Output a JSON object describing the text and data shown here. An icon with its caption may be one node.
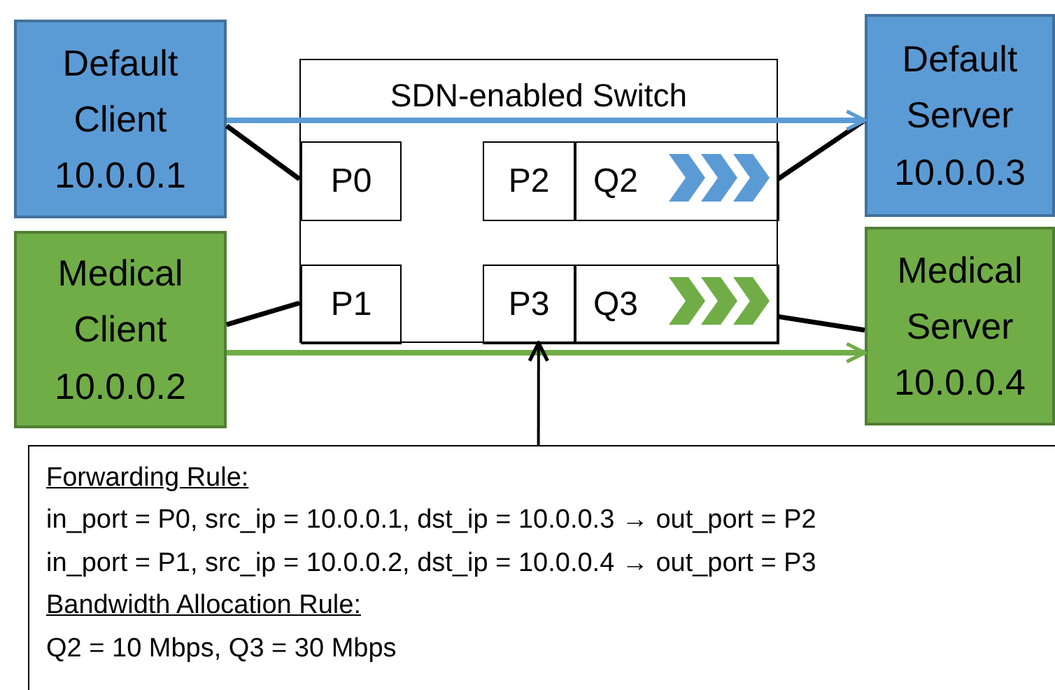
{
  "diagram": {
    "nodes": [
      {
        "text": [
          "Default Client 10.0.0.1"
        ]
      },
      {
        "text": [
          "SDN-enabled Switch"
        ]
      },
      {
        "text": [
          "P0"
        ],
        "in": 1
      },
      {
        "text": [
          "P2"
        ],
        "in": 1
      },
      {
        "text": [
          "Q2"
        ],
        "in": 1
      },
      {
        "text": [
          "P1"
        ],
        "in": 1
      },
      {
        "text": [
          "P3"
        ],
        "in": 1
      },
      {
        "text": [
          "Q3"
        ],
        "in": 1
      },
      {
        "text": [
          "Default Server 10.0.0.3"
        ]
      },
      {
        "text": [
          "Medical Client 10.0.0.2"
        ]
      },
      {
        "text": [
          "Medical Server 10.0.0.4"
        ]
      },
      {
        "text": [
          "Forwarding Rule:",
          "in_port = P0, src_ip = 10.0.0.1, dst_ip = 10.0.0.3 → out_port = P2",
          "in_port = P1, src_ip = 10.0.0.2, dst_ip = 10.0.0.4 → out_port = P3",
          "Bandwidth Allocation Rule:",
          "Q2 = 10 Mbps, Q3 = 30 Mbps"
        ]
      }
    ],
    "edges": [
      {
        "from": 0,
        "to": 2,
        "arrow": "none"
      },
      {
        "from": 4,
        "to": 8,
        "arrow": "none"
      },
      {
        "from": 9,
        "to": 5,
        "arrow": "none"
      },
      {
        "from": 7,
        "to": 10,
        "arrow": "none"
      },
      {
        "from": 0,
        "to": 8,
        "arrow": "to",
        "color": "#5b9bd5"
      },
      {
        "from": 9,
        "to": 10,
        "arrow": "to",
        "color": "#70ad47"
      },
      {
        "from": 11,
        "to": 6,
        "arrow": "to"
      }
    ]
  }
}
